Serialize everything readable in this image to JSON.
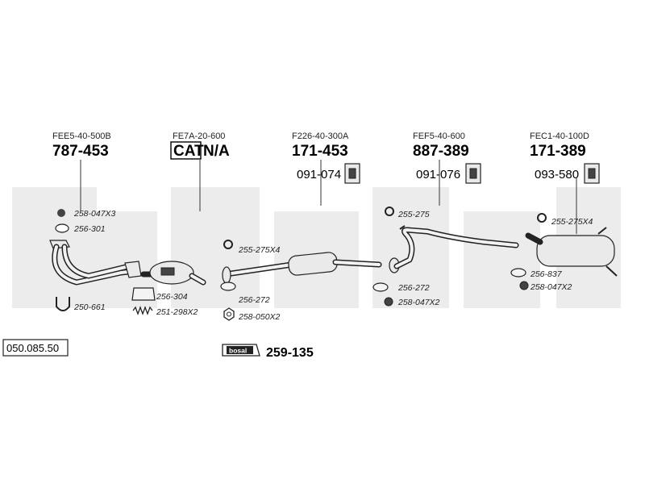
{
  "columns": [
    {
      "oem": "FEE5-40-500B",
      "part": "787-453"
    },
    {
      "oem": "FE7A-20-600",
      "cat_box": "CAT",
      "cat_rest": "N/A"
    },
    {
      "oem": "F226-40-300A",
      "part": "171-453",
      "mount": "091-074"
    },
    {
      "oem": "FEF5-40-600",
      "part": "887-389",
      "mount": "091-076"
    },
    {
      "oem": "FEC1-40-100D",
      "part": "171-389",
      "mount": "093-580"
    }
  ],
  "labels": {
    "l1": "258-047X3",
    "l2": "256-301",
    "l3": "250-661",
    "l4": "256-304",
    "l5": "251-298X2",
    "l6": "255-275X4",
    "l7": "256-272",
    "l8": "258-050X2",
    "l9": "255-275",
    "l10": "256-272",
    "l11": "258-047X2",
    "l12": "255-275X4",
    "l13": "256-837",
    "l14": "258-047X2"
  },
  "kit": {
    "logo": "bosal",
    "part": "259-135"
  },
  "diagram_id": "050.085.50",
  "colors": {
    "watermark": "#ececec",
    "line": "#222222"
  }
}
